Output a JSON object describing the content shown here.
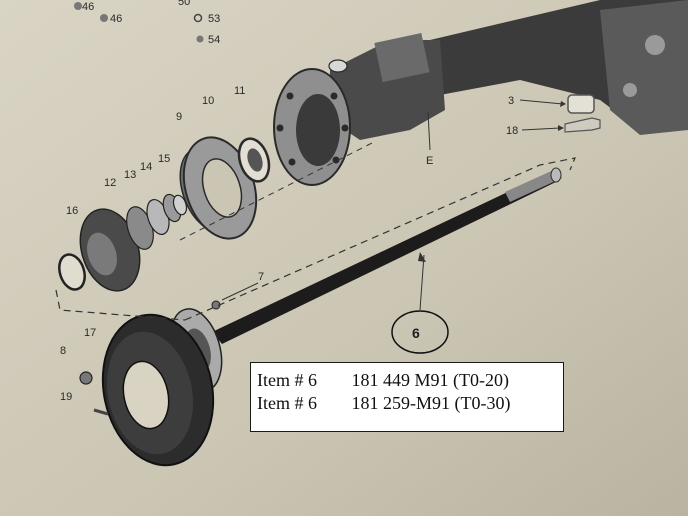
{
  "callouts": {
    "c46a": "46",
    "c46b": "46",
    "c50": "50",
    "c53": "53",
    "c54": "54",
    "c3": "3",
    "c18": "18",
    "cE": "E",
    "c9": "9",
    "c10": "10",
    "c11": "11",
    "c12": "12",
    "c13": "13",
    "c14": "14",
    "c15": "15",
    "c16": "16",
    "c7": "7",
    "c17": "17",
    "c8": "8",
    "c19": "19",
    "c6": "6"
  },
  "items": [
    {
      "label": "Item # 6",
      "part": "181 449 M91 (T0-20)"
    },
    {
      "label": "Item # 6",
      "part": "181 259-M91 (T0-30)"
    }
  ]
}
